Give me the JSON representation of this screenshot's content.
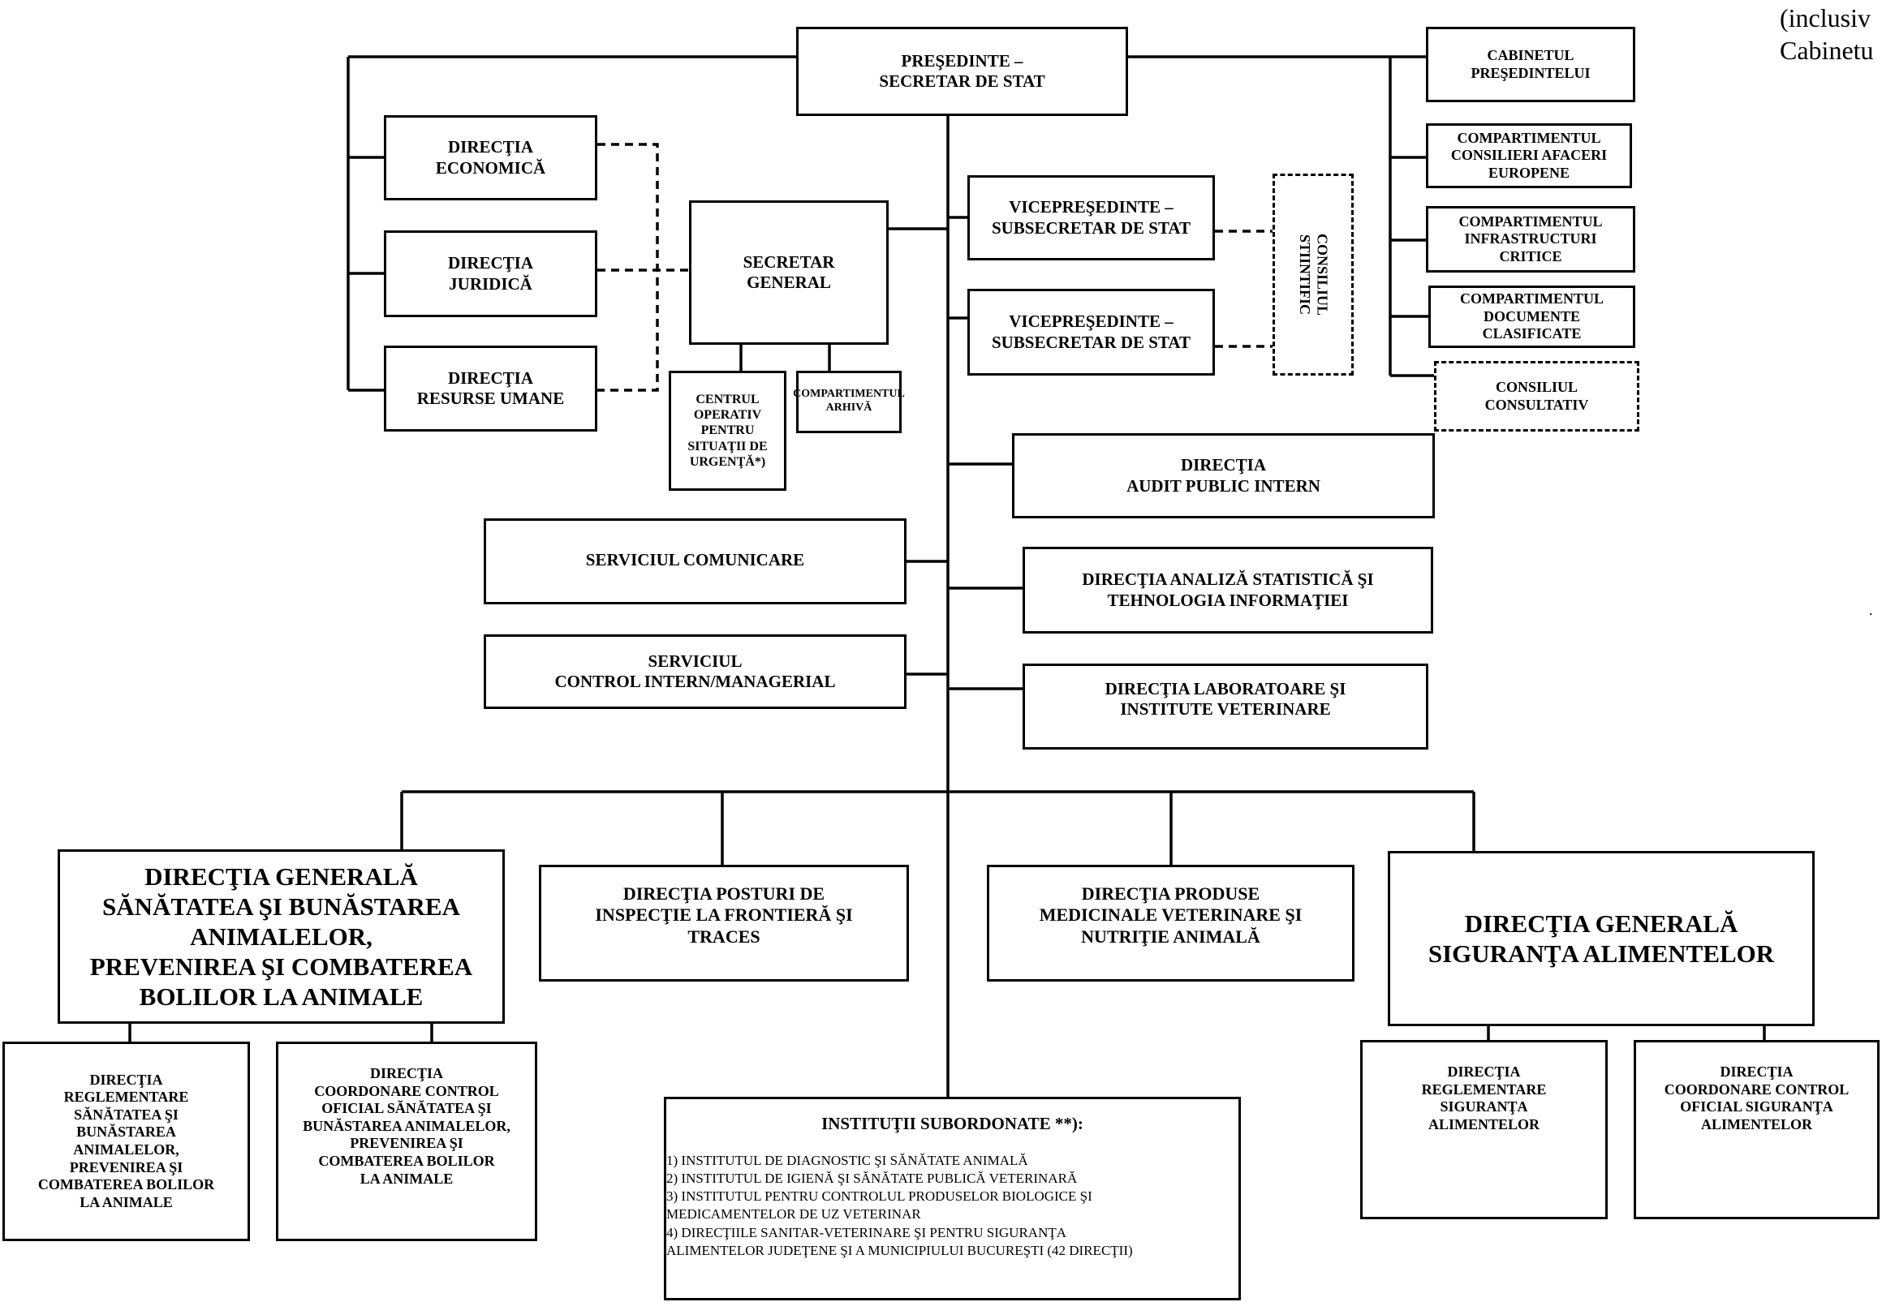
{
  "note": {
    "line1": "(inclusiv",
    "line2": "Cabinetu"
  },
  "dot": ".",
  "boxes": {
    "presedinte": "PREŞEDINTE  –\nSECRETAR DE STAT",
    "cabinet": "CABINETUL\nPREŞEDINTELUI",
    "consilieri": "COMPARTIMENTUL\nCONSILIERI AFACERI\nEUROPENE",
    "infrastructuri": "COMPARTIMENTUL\nINFRASTRUCTURI\nCRITICE",
    "documente": "COMPARTIMENTUL\nDOCUMENTE\nCLASIFICATE",
    "consultativ": "CONSILIUL\nCONSULTATIV",
    "economica": "DIRECŢIA\nECONOMICĂ",
    "juridica": "DIRECŢIA\nJURIDICĂ",
    "resurse": "DIRECŢIA\nRESURSE UMANE",
    "secretar": "SECRETAR\nGENERAL",
    "centrul": "CENTRUL\nOPERATIV\nPENTRU\nSITUAŢII DE\nURGENŢĂ*)",
    "arhiva": "COMPARTIMENTUL\nARHIVĂ",
    "vice1": "VICEPREŞEDINTE  –\nSUBSECRETAR DE STAT",
    "vice2": "VICEPREŞEDINTE  –\nSUBSECRETAR DE STAT",
    "stiintific": "CONSILIUL\nSTIINTIFIC",
    "audit": "DIRECŢIA\nAUDIT PUBLIC INTERN",
    "comunicare": "SERVICIUL  COMUNICARE",
    "analiza": "DIRECŢIA ANALIZĂ STATISTICĂ ŞI\nTEHNOLOGIA INFORMAŢIEI",
    "control": "SERVICIUL\nCONTROL INTERN/MANAGERIAL",
    "laboratoare": "DIRECŢIA LABORATOARE ŞI\nINSTITUTE VETERINARE",
    "dg_sanatate": "DIRECŢIA GENERALĂ\nSĂNĂTATEA ŞI BUNĂSTAREA\nANIMALELOR,\nPREVENIREA ŞI COMBATEREA\nBOLILOR LA ANIMALE",
    "posturi": "DIRECŢIA POSTURI DE\nINSPECŢIE LA FRONTIERĂ ŞI\nTRACES",
    "produse": "DIRECŢIA PRODUSE\nMEDICINALE VETERINARE ŞI\nNUTRIŢIE ANIMALĂ",
    "dg_siguranta": "DIRECŢIA GENERALĂ\nSIGURANŢA ALIMENTELOR",
    "reglementare_sa": "DIRECŢIA\nREGLEMENTARE\nSĂNĂTATEA ŞI\nBUNĂSTAREA\nANIMALELOR,\nPREVENIREA ŞI\nCOMBATEREA BOLILOR\nLA ANIMALE",
    "coordonare_sa": "DIRECŢIA\nCOORDONARE CONTROL\nOFICIAL SĂNĂTATEA ŞI\nBUNĂSTAREA ANIMALELOR,\nPREVENIREA ŞI\nCOMBATEREA BOLILOR\nLA ANIMALE",
    "reglementare_sig": "DIRECŢIA\nREGLEMENTARE\nSIGURANŢA\nALIMENTELOR",
    "coordonare_sig": "DIRECŢIA\nCOORDONARE CONTROL\nOFICIAL SIGURANŢA\nALIMENTELOR"
  },
  "institutii": {
    "title": "INSTITUŢII SUBORDONATE **):",
    "items": [
      "1) INSTITUTUL DE DIAGNOSTIC ŞI SĂNĂTATE ANIMALĂ",
      "2) INSTITUTUL DE IGIENĂ ŞI SĂNĂTATE PUBLICĂ VETERINARĂ",
      "3)  INSTITUTUL PENTRU CONTROLUL PRODUSELOR BIOLOGICE ŞI\nMEDICAMENTELOR DE UZ VETERINAR",
      "4) DIRECŢIILE SANITAR-VETERINARE ŞI PENTRU SIGURANŢA\nALIMENTELOR JUDEŢENE ŞI A MUNICIPIULUI BUCUREŞTI (42 DIRECŢII)"
    ]
  }
}
